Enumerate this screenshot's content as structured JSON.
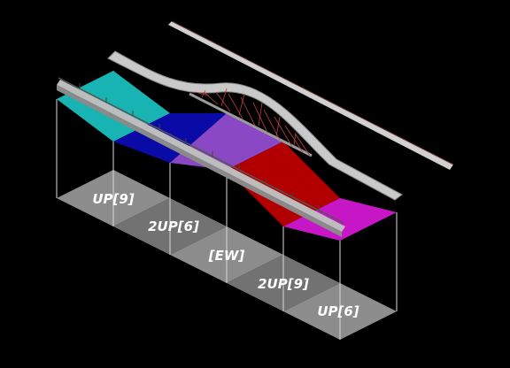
{
  "zones": [
    {
      "label": "UP[9]",
      "color": "#18b4b4"
    },
    {
      "label": "2UP[6]",
      "color": "#0a0aa6"
    },
    {
      "label": "[EW]",
      "color": "#8a48c4"
    },
    {
      "label": "2UP[9]",
      "color": "#b20000"
    },
    {
      "label": "UP[6]",
      "color": "#c616c6"
    }
  ],
  "colors": {
    "background": "#000000",
    "ground": "#8a8a8a",
    "ground_alt": "#6e6e6e",
    "frame": "#d8d8d8",
    "deck": "#c9c9c9",
    "truss": "#c04040"
  }
}
